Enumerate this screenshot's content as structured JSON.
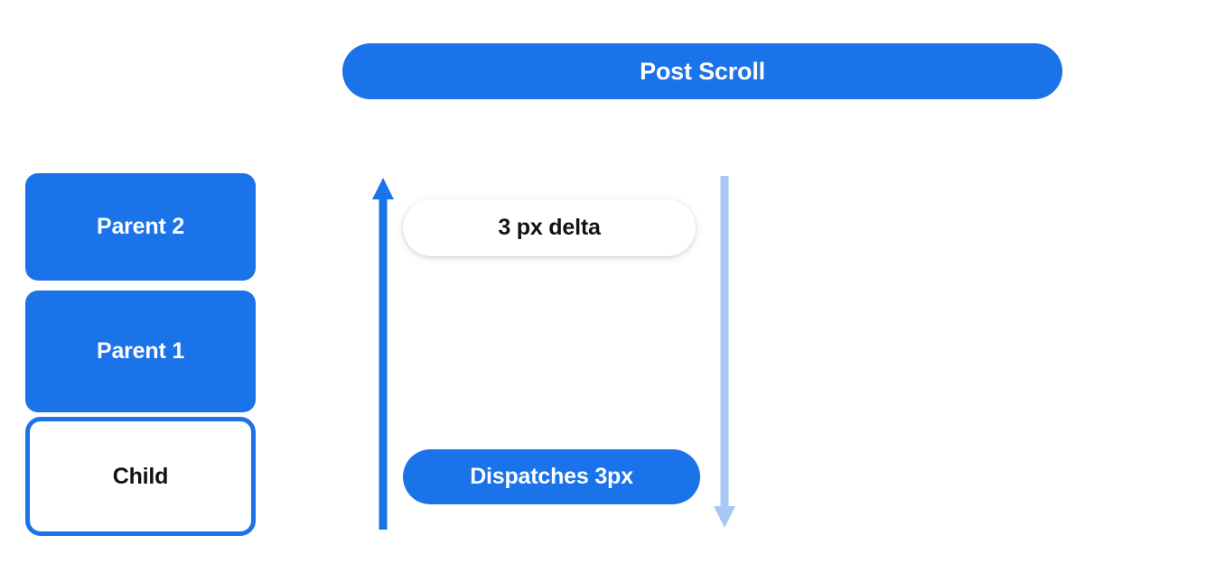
{
  "page": {
    "title": "Post Scroll",
    "background_color": "#ffffff"
  },
  "colors": {
    "brand_blue": "#1a73e8",
    "light_blue": "#a8c7f5",
    "text_dark": "#121212",
    "text_on_brand": "#ffffff"
  },
  "header": {
    "label": "Post Scroll"
  },
  "scroll_chain": {
    "boxes": [
      {
        "label": "Parent 2",
        "style": "filled"
      },
      {
        "label": "Parent 1",
        "style": "filled"
      },
      {
        "label": "Child",
        "style": "outlined"
      }
    ]
  },
  "flow": {
    "up_arrow": {
      "name": "scroll-propagation-up-arrow",
      "direction": "up",
      "color": "#1a73e8"
    },
    "down_arrow": {
      "name": "scroll-dispatch-down-arrow",
      "direction": "down",
      "color": "#a8c7f5"
    },
    "delta_chip": {
      "label": "3 px delta"
    },
    "dispatch_chip": {
      "label": "Dispatches 3px"
    }
  }
}
